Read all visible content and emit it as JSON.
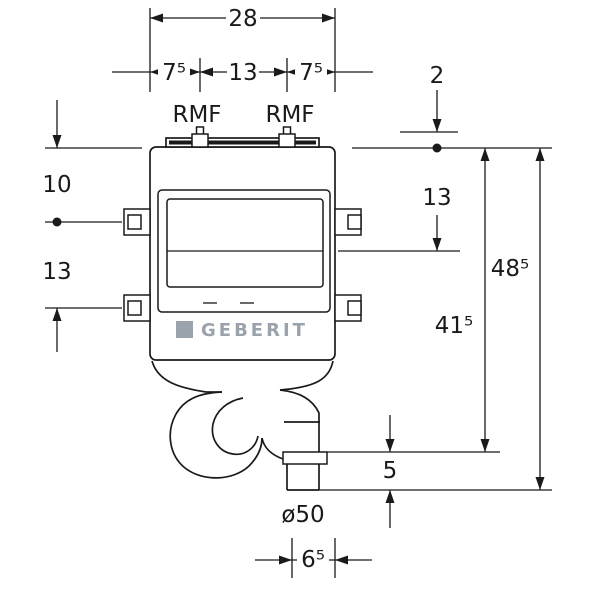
{
  "drawing": {
    "title": "Geberit concealed cistern dimension drawing",
    "labels": {
      "rmf_left": "RMF",
      "rmf_right": "RMF",
      "brand": "GEBERIT"
    },
    "dims": {
      "width": "28",
      "left_offset": "7⁵",
      "center_spacing": "13",
      "right_offset": "7⁵",
      "top_edge": "2",
      "side_upper": "10",
      "side_lower": "13",
      "front_upper": "13",
      "height_mid": "41⁵",
      "height_total": "48⁵",
      "outlet_step": "5",
      "diameter": "ø50",
      "outlet_offset": "6⁵"
    },
    "colors": {
      "line": "#1a1a1a",
      "brand_gray": "#9aa2ab",
      "background": "#ffffff"
    }
  }
}
